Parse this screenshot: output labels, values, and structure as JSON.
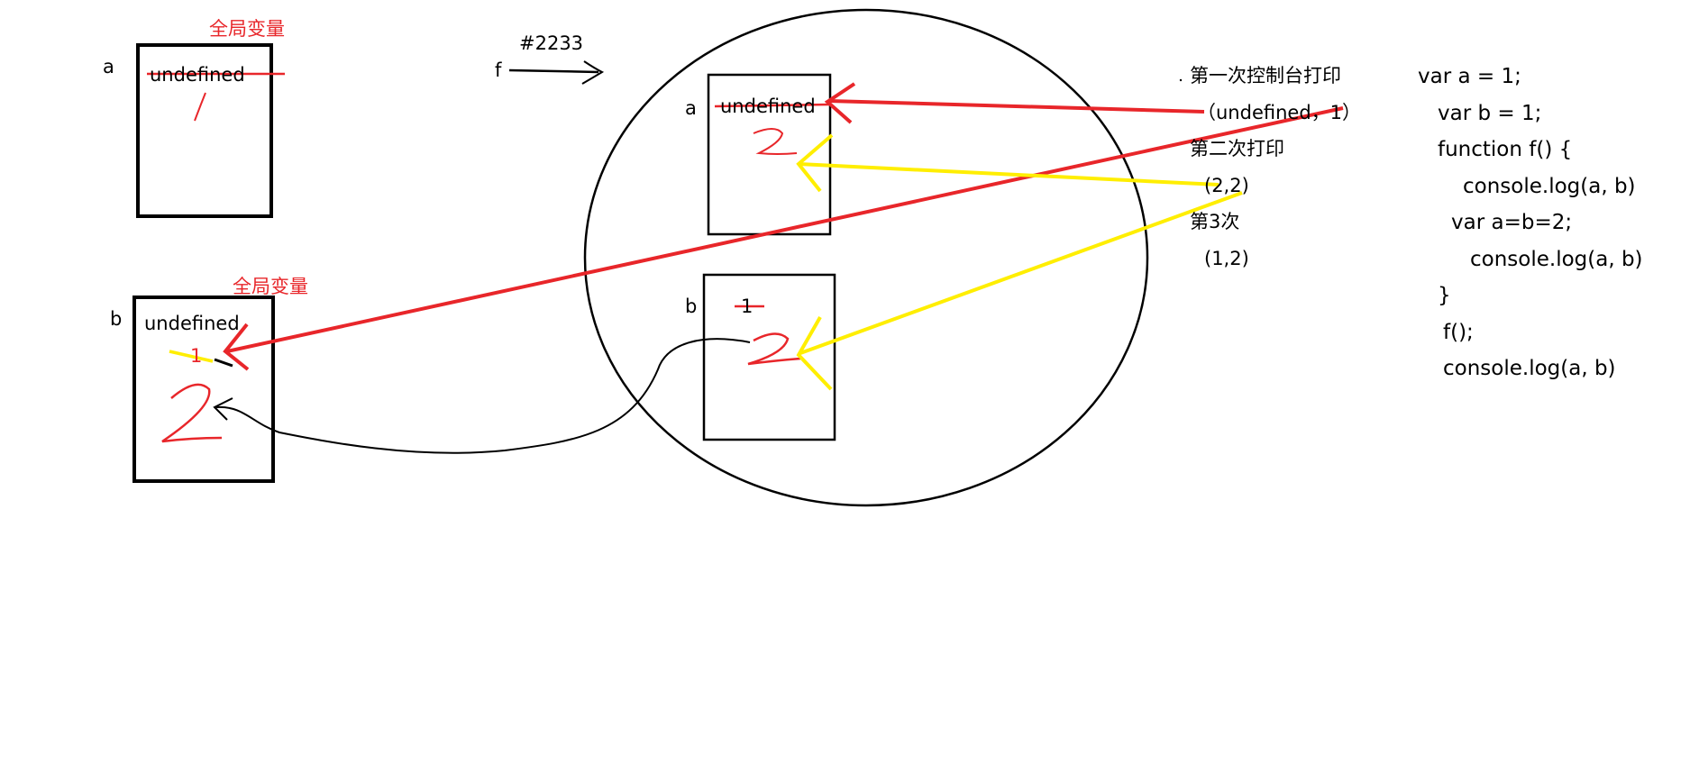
{
  "colors": {
    "ink": "#000000",
    "red": "#e8262a",
    "yellow": "#ffee00"
  },
  "global_scope": {
    "a": {
      "name": "a",
      "tag": "全局变量",
      "old_value": "undefined",
      "handwritten_value": "1"
    },
    "b": {
      "name": "b",
      "tag": "全局变量",
      "old_value": "undefined",
      "crossed_value": "1",
      "handwritten_value": "2"
    }
  },
  "function_ref": {
    "name": "f",
    "address": "#2233"
  },
  "function_scope": {
    "a": {
      "name": "a",
      "old_value": "undefined",
      "handwritten_value": "2"
    },
    "b": {
      "name": "b",
      "crossed_value": "1",
      "handwritten_value": "2"
    }
  },
  "console_output": [
    {
      "label": "第一次控制台打印",
      "value": "（undefined，1）"
    },
    {
      "label": "第二次打印",
      "value": "(2,2)"
    },
    {
      "label": "第3次",
      "value": "(1,2)"
    }
  ],
  "code_lines": [
    "var a = 1;",
    "var b = 1;",
    "function f() {",
    "console.log(a, b)",
    "var a=b=2;",
    "console.log(a, b)",
    "}",
    "f();",
    "console.log(a, b)"
  ]
}
